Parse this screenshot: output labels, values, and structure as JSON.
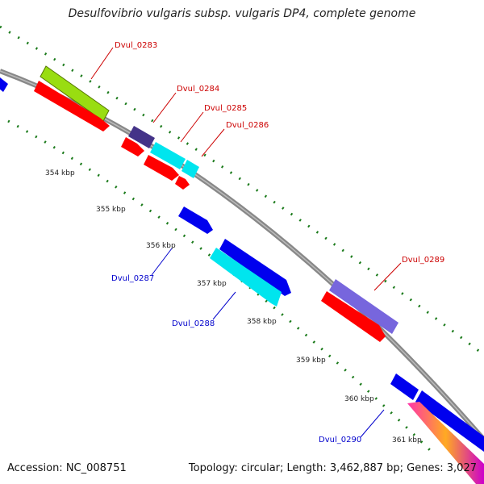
{
  "title": "Desulfovibrio vulgaris subsp. vulgaris DP4, complete genome",
  "accession": "Accession: NC_008751",
  "topology": "Topology: circular; Length: 3,462,887 bp; Genes: 3,027",
  "tick_labels": [
    "354 kbp",
    "355 kbp",
    "356 kbp",
    "357 kbp",
    "358 kbp",
    "359 kbp",
    "360 kbp",
    "361 kbp"
  ],
  "gene_labels": {
    "g0283": "Dvul_0283",
    "g0284": "Dvul_0284",
    "g0285": "Dvul_0285",
    "g0286": "Dvul_0286",
    "g0287": "Dvul_0287",
    "g0288": "Dvul_0288",
    "g0289": "Dvul_0289",
    "g0290": "Dvul_0290"
  },
  "colors": {
    "forward_label": "#cc0000",
    "reverse_label": "#0000cc",
    "backbone": "#888888",
    "tick": "#1a7a1a",
    "cds_red": "#ff0000",
    "cds_blue": "#0000ee",
    "cds_cyan": "#00e5ee",
    "cds_green": "#99dd11",
    "cds_purple": "#7766dd",
    "cds_dark": "#443388"
  }
}
